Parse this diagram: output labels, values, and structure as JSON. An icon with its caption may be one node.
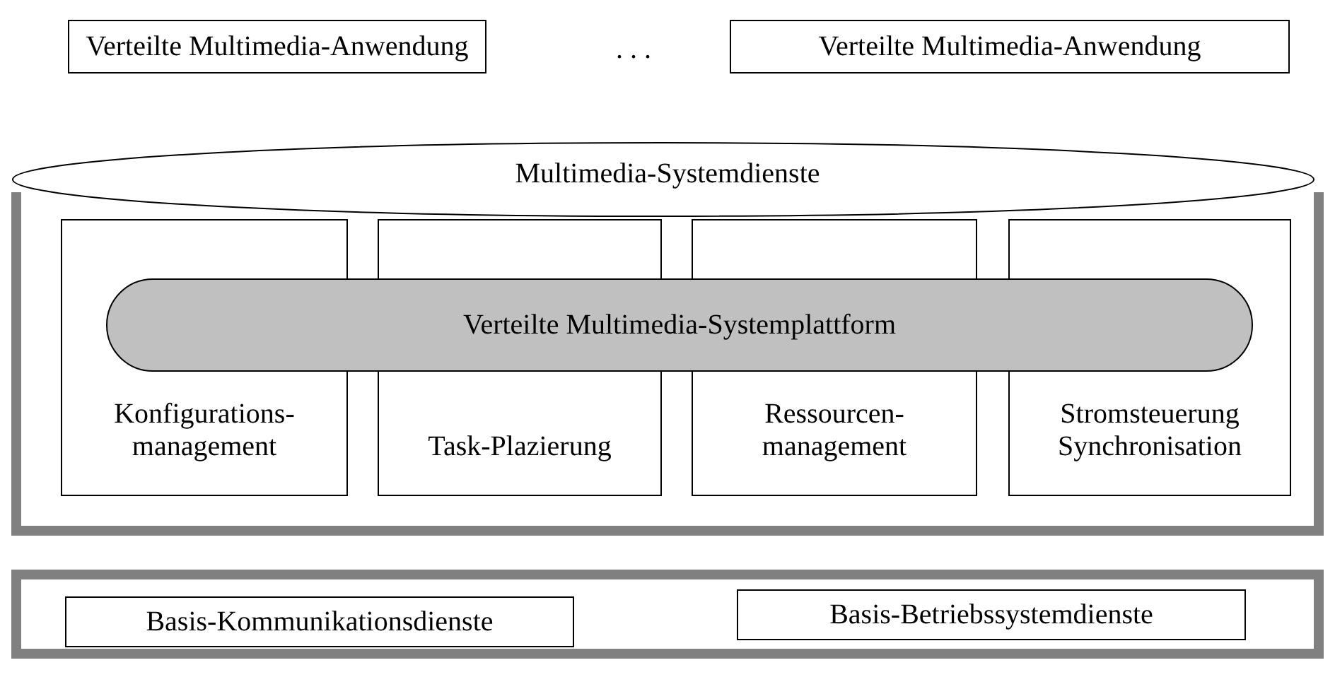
{
  "diagram": {
    "nodes": [
      {
        "text": [
          "Verteilte Multimedia-Anwendung"
        ]
      },
      {
        "text": [
          "Verteilte Multimedia-Anwendung"
        ]
      },
      {
        "text": [
          "Multimedia-Systemdienste"
        ]
      },
      {
        "text": [
          "Konfigurations- management"
        ],
        "in": 2
      },
      {
        "text": [
          "Task-Plazierung"
        ],
        "in": 2
      },
      {
        "text": [
          "Ressourcen- management"
        ],
        "in": 2
      },
      {
        "text": [
          "Stromsteuerung Synchronisation"
        ],
        "in": 2
      },
      {
        "text": [
          "Verteilte Multimedia-Systemplattform"
        ],
        "in": 2
      },
      {
        "text": [],
        "shape": "box"
      },
      {
        "text": [
          "Basis-Kommunikationsdienste"
        ],
        "in": 8
      },
      {
        "text": [
          "Basis-Betriebssystemdienste"
        ],
        "in": 8
      }
    ],
    "edges": [],
    "labels": [
      ". . ."
    ]
  }
}
